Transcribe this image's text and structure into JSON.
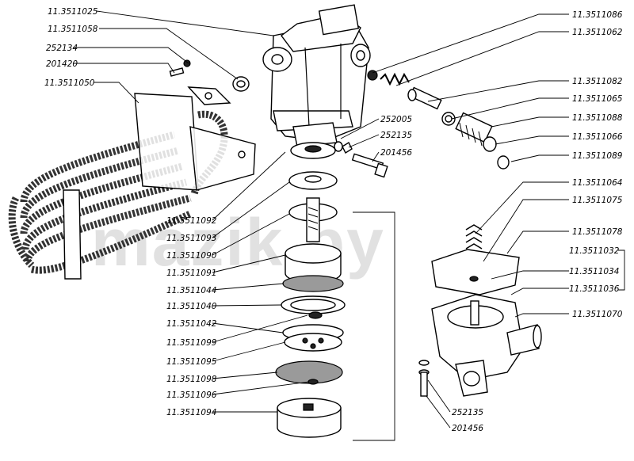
{
  "watermark": "mazik.by",
  "labels": {
    "l_3511025": "11.3511025",
    "l_3511058": "11.3511058",
    "l_252134": "252134",
    "l_201420": "201420",
    "l_3511050": "11.3511050",
    "l_3511086": "11.3511086",
    "l_3511062": "11.3511062",
    "l_3511082": "11.3511082",
    "l_3511065": "11.3511065",
    "l_3511088": "11.3511088",
    "l_3511066": "11.3511066",
    "l_3511089": "11.3511089",
    "l_252005": "252005",
    "l_252135a": "252135",
    "l_201456a": "201456",
    "l_3511092": "11.3511092",
    "l_3511093": "11.3511093",
    "l_3511090": "11.3511090",
    "l_3511091": "11.3511091",
    "l_3511044": "11.3511044",
    "l_3511040": "11.3511040",
    "l_3511042": "11.3511042",
    "l_3511099": "11.3511099",
    "l_3511095": "11.3511095",
    "l_3511098": "11.3511098",
    "l_3511096": "11.3511096",
    "l_3511094": "11.3511094",
    "l_3511064": "11.3511064",
    "l_3511075": "11.3511075",
    "l_3511078": "11.3511078",
    "l_3511032": "11.3511032",
    "l_3511034": "11.3511034",
    "l_3511036": "11.3511036",
    "l_3511070": "11.3511070",
    "l_252135b": "252135",
    "l_201456b": "201456"
  }
}
